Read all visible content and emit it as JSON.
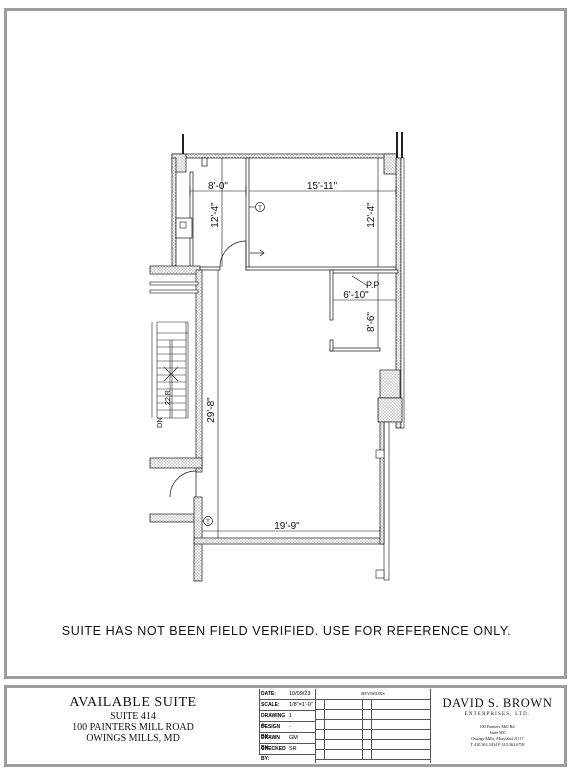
{
  "plan": {
    "dimensions": {
      "d1": "8'-0\"",
      "d2": "15'-11\"",
      "d3": "12'-4\"",
      "d4": "12'-4\"",
      "d5": "6'-10\"",
      "d6": "8'-6\"",
      "d7": "29'-8\"",
      "d8": "19'-9\""
    },
    "tags": {
      "thermostat": "T",
      "pipe": "P.P",
      "stair_dn": "DN",
      "stair_risers": "22 R"
    }
  },
  "note": "SUITE HAS NOT BEEN FIELD VERIFIED. USE FOR REFERENCE ONLY.",
  "title_block": {
    "heading": "AVAILABLE SUITE",
    "suite": "SUITE 414",
    "street": "100 PAINTERS MILL ROAD",
    "city": "OWINGS MILLS, MD",
    "info": [
      {
        "label": "DATE:",
        "value": "10/09/23"
      },
      {
        "label": "SCALE:",
        "value": "1/8\"=1'-0\""
      },
      {
        "label": "DRAWING #:",
        "value": "1"
      },
      {
        "label": "DESIGN BY:",
        "value": "-"
      },
      {
        "label": "DRAWN BY:",
        "value": "GM"
      },
      {
        "label": "CHECKED BY:",
        "value": "SR"
      }
    ],
    "revisions_label": "REVISIONS",
    "firm": {
      "name": "DAVID S. BROWN",
      "sub": "ENTERPRISES, LTD.",
      "address1": "100 Painters Mill Rd.",
      "address2": "Suite 900",
      "address3": "Owings Mills, Maryland 21117",
      "phone": "T 410.363.3434   F 410.363.6758"
    }
  }
}
